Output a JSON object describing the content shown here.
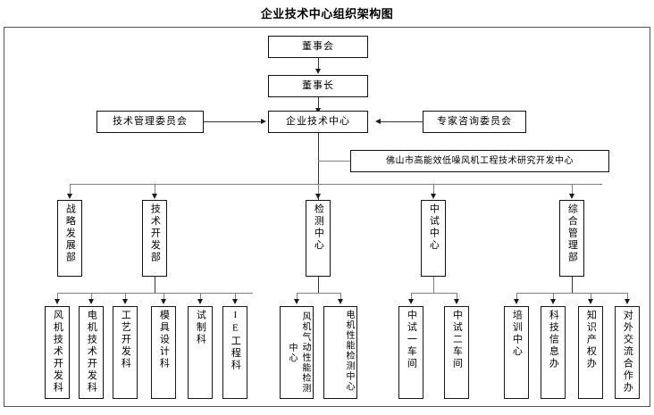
{
  "page": {
    "title": "企业技术中心组织架构图"
  },
  "colors": {
    "frame_border": "#555555",
    "box_border": "#1a1a1a",
    "connector": "#808080",
    "arrow": "#1a1a1a",
    "background": "#ffffff",
    "text": "#000000"
  },
  "chart_data": {
    "type": "diagram",
    "diagram_kind": "organization-chart",
    "title": "企业技术中心组织架构图",
    "orientation": "top-down",
    "nodes": [
      {
        "id": "board",
        "label": "董事会",
        "level": 0,
        "text_direction": "horizontal"
      },
      {
        "id": "chairman",
        "label": "董事长",
        "level": 1,
        "text_direction": "horizontal"
      },
      {
        "id": "tech_center",
        "label": "企业技术中心",
        "level": 2,
        "text_direction": "horizontal"
      },
      {
        "id": "tech_mgmt_cmte",
        "label": "技术管理委员会",
        "level": 2,
        "text_direction": "horizontal",
        "side": "left"
      },
      {
        "id": "expert_cmte",
        "label": "专家咨询委员会",
        "level": 2,
        "text_direction": "horizontal",
        "side": "right"
      },
      {
        "id": "foshan_center",
        "label": "佛山市高能效低噪风机工程技术研究开发中心",
        "level": 3,
        "text_direction": "horizontal",
        "side": "right"
      },
      {
        "id": "strategy_dept",
        "label": "战略发展部",
        "level": 4,
        "text_direction": "vertical"
      },
      {
        "id": "tech_dev_dept",
        "label": "技术开发部",
        "level": 4,
        "text_direction": "vertical"
      },
      {
        "id": "test_center",
        "label": "检测中心",
        "level": 4,
        "text_direction": "vertical"
      },
      {
        "id": "pilot_center",
        "label": "中试中心",
        "level": 4,
        "text_direction": "vertical"
      },
      {
        "id": "admin_dept",
        "label": "综合管理部",
        "level": 4,
        "text_direction": "vertical"
      },
      {
        "id": "fan_tech_dev",
        "label": "风机技术开发科",
        "level": 5,
        "text_direction": "vertical"
      },
      {
        "id": "motor_tech_dev",
        "label": "电机技术开发科",
        "level": 5,
        "text_direction": "vertical"
      },
      {
        "id": "process_dev",
        "label": "工艺开发科",
        "level": 5,
        "text_direction": "vertical"
      },
      {
        "id": "mold_design",
        "label": "模具设计科",
        "level": 5,
        "text_direction": "vertical"
      },
      {
        "id": "trial_mfg",
        "label": "试制科",
        "level": 5,
        "text_direction": "vertical"
      },
      {
        "id": "ie_eng",
        "label": "IE工程科",
        "level": 5,
        "text_direction": "vertical"
      },
      {
        "id": "fan_aero_test",
        "label": "风机气动性能检测中心",
        "level": 5,
        "text_direction": "vertical-2col"
      },
      {
        "id": "motor_perf_test",
        "label": "电机性能检测中心",
        "level": 5,
        "text_direction": "vertical-2col"
      },
      {
        "id": "pilot_shop_1",
        "label": "中试一车间",
        "level": 5,
        "text_direction": "vertical"
      },
      {
        "id": "pilot_shop_2",
        "label": "中试二车间",
        "level": 5,
        "text_direction": "vertical"
      },
      {
        "id": "training_center",
        "label": "培训中心",
        "level": 5,
        "text_direction": "vertical"
      },
      {
        "id": "sci_info",
        "label": "科技信息办",
        "level": 5,
        "text_direction": "vertical"
      },
      {
        "id": "ip_office",
        "label": "知识产权办",
        "level": 5,
        "text_direction": "vertical"
      },
      {
        "id": "external_coop",
        "label": "对外交流合作办",
        "level": 5,
        "text_direction": "vertical"
      }
    ],
    "edges": [
      {
        "from": "board",
        "to": "chairman",
        "arrow": "down"
      },
      {
        "from": "chairman",
        "to": "tech_center",
        "arrow": "down"
      },
      {
        "from": "tech_mgmt_cmte",
        "to": "tech_center",
        "arrow": "right"
      },
      {
        "from": "expert_cmte",
        "to": "tech_center",
        "arrow": "left"
      },
      {
        "from": "tech_center",
        "to": "foshan_center",
        "arrow": "none"
      },
      {
        "from": "tech_center",
        "to": "strategy_dept",
        "arrow": "down"
      },
      {
        "from": "tech_center",
        "to": "tech_dev_dept",
        "arrow": "down"
      },
      {
        "from": "tech_center",
        "to": "test_center",
        "arrow": "down"
      },
      {
        "from": "tech_center",
        "to": "pilot_center",
        "arrow": "down"
      },
      {
        "from": "tech_center",
        "to": "admin_dept",
        "arrow": "down"
      },
      {
        "from": "tech_dev_dept",
        "to": "fan_tech_dev",
        "arrow": "down"
      },
      {
        "from": "tech_dev_dept",
        "to": "motor_tech_dev",
        "arrow": "down"
      },
      {
        "from": "tech_dev_dept",
        "to": "process_dev",
        "arrow": "down"
      },
      {
        "from": "tech_dev_dept",
        "to": "mold_design",
        "arrow": "down"
      },
      {
        "from": "tech_dev_dept",
        "to": "trial_mfg",
        "arrow": "down"
      },
      {
        "from": "tech_dev_dept",
        "to": "ie_eng",
        "arrow": "down"
      },
      {
        "from": "test_center",
        "to": "fan_aero_test",
        "arrow": "down"
      },
      {
        "from": "test_center",
        "to": "motor_perf_test",
        "arrow": "down"
      },
      {
        "from": "pilot_center",
        "to": "pilot_shop_1",
        "arrow": "down"
      },
      {
        "from": "pilot_center",
        "to": "pilot_shop_2",
        "arrow": "down"
      },
      {
        "from": "admin_dept",
        "to": "training_center",
        "arrow": "down"
      },
      {
        "from": "admin_dept",
        "to": "sci_info",
        "arrow": "down"
      },
      {
        "from": "admin_dept",
        "to": "ip_office",
        "arrow": "down"
      },
      {
        "from": "admin_dept",
        "to": "external_coop",
        "arrow": "down"
      }
    ]
  }
}
